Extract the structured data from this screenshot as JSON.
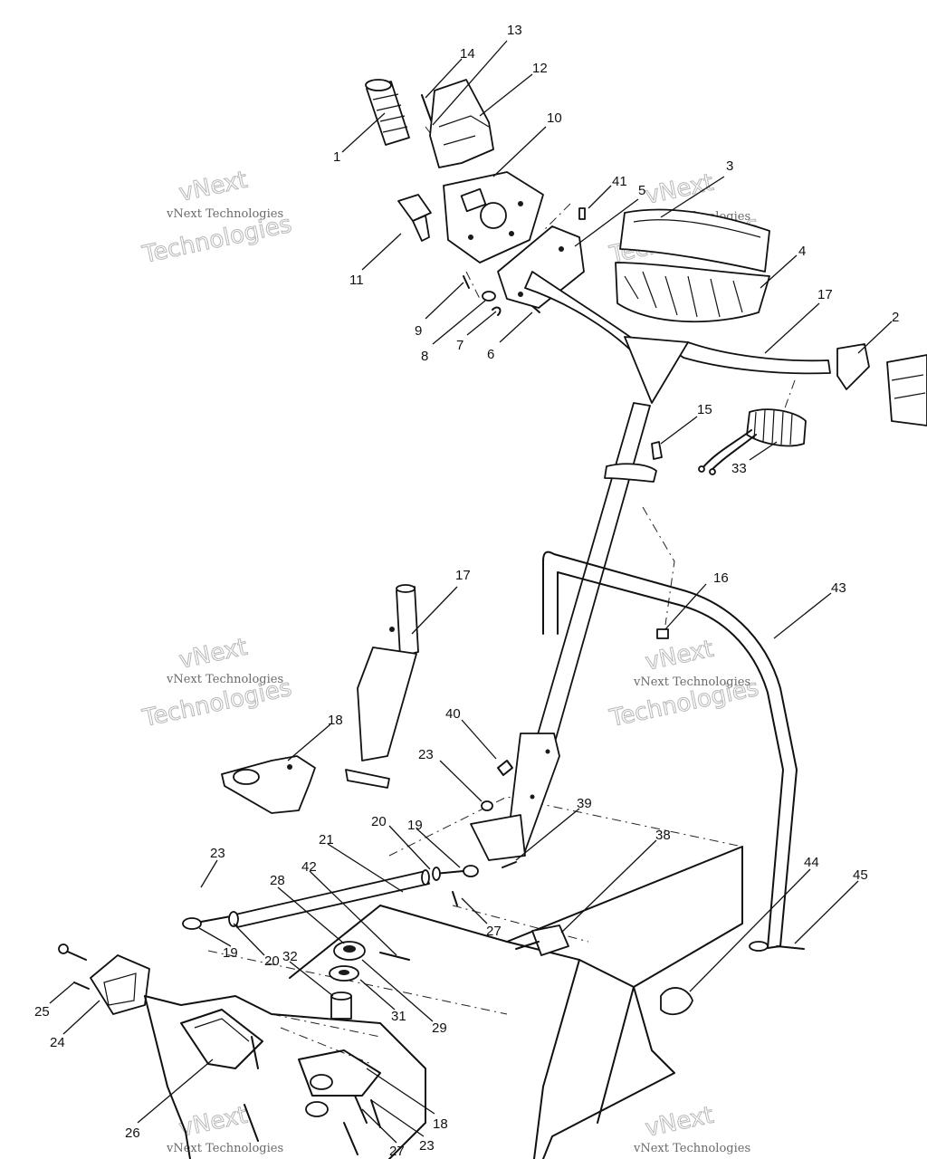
{
  "diagram": {
    "callouts": [
      {
        "id": "1",
        "label": "1"
      },
      {
        "id": "14",
        "label": "14"
      },
      {
        "id": "13",
        "label": "13"
      },
      {
        "id": "12",
        "label": "12"
      },
      {
        "id": "10",
        "label": "10"
      },
      {
        "id": "3",
        "label": "3"
      },
      {
        "id": "41",
        "label": "41"
      },
      {
        "id": "5",
        "label": "5"
      },
      {
        "id": "11",
        "label": "11"
      },
      {
        "id": "9",
        "label": "9"
      },
      {
        "id": "8",
        "label": "8"
      },
      {
        "id": "7",
        "label": "7"
      },
      {
        "id": "6",
        "label": "6"
      },
      {
        "id": "4",
        "label": "4"
      },
      {
        "id": "17a",
        "label": "17"
      },
      {
        "id": "2",
        "label": "2"
      },
      {
        "id": "15",
        "label": "15"
      },
      {
        "id": "33",
        "label": "33"
      },
      {
        "id": "17b",
        "label": "17"
      },
      {
        "id": "16",
        "label": "16"
      },
      {
        "id": "43",
        "label": "43"
      },
      {
        "id": "18a",
        "label": "18"
      },
      {
        "id": "40",
        "label": "40"
      },
      {
        "id": "23a",
        "label": "23"
      },
      {
        "id": "39",
        "label": "39"
      },
      {
        "id": "20a",
        "label": "20"
      },
      {
        "id": "19a",
        "label": "19"
      },
      {
        "id": "21",
        "label": "21"
      },
      {
        "id": "38",
        "label": "38"
      },
      {
        "id": "44",
        "label": "44"
      },
      {
        "id": "45",
        "label": "45"
      },
      {
        "id": "23b",
        "label": "23"
      },
      {
        "id": "28",
        "label": "28"
      },
      {
        "id": "42",
        "label": "42"
      },
      {
        "id": "27a",
        "label": "27"
      },
      {
        "id": "19b",
        "label": "19"
      },
      {
        "id": "20b",
        "label": "20"
      },
      {
        "id": "32",
        "label": "32"
      },
      {
        "id": "31",
        "label": "31"
      },
      {
        "id": "29",
        "label": "29"
      },
      {
        "id": "25",
        "label": "25"
      },
      {
        "id": "24",
        "label": "24"
      },
      {
        "id": "26",
        "label": "26"
      },
      {
        "id": "18b",
        "label": "18"
      },
      {
        "id": "23c",
        "label": "23"
      },
      {
        "id": "27b",
        "label": "27"
      }
    ]
  },
  "watermark": {
    "line1": "vNext Technologies",
    "line2a": "vNext",
    "line2b": "Technologies"
  }
}
